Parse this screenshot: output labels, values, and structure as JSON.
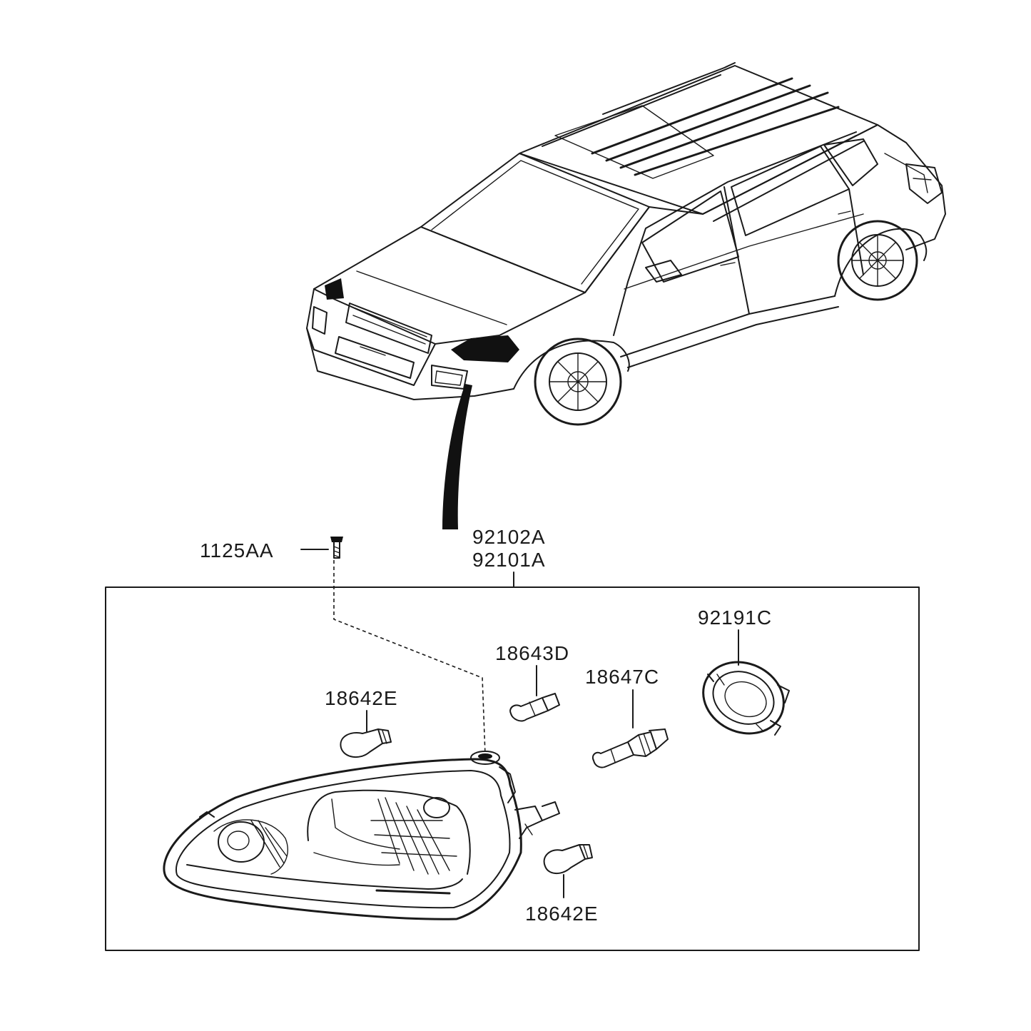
{
  "parts": {
    "bolt": "1125AA",
    "assembly_rh": "92102A",
    "assembly_lh": "92101A",
    "bulb_side": "18643D",
    "bulb_head": "18647C",
    "socket_cover": "92191C",
    "bulb_upper": "18642E",
    "bulb_lower": "18642E"
  },
  "colors": {
    "line": "#1a1a1a",
    "background": "#ffffff"
  }
}
